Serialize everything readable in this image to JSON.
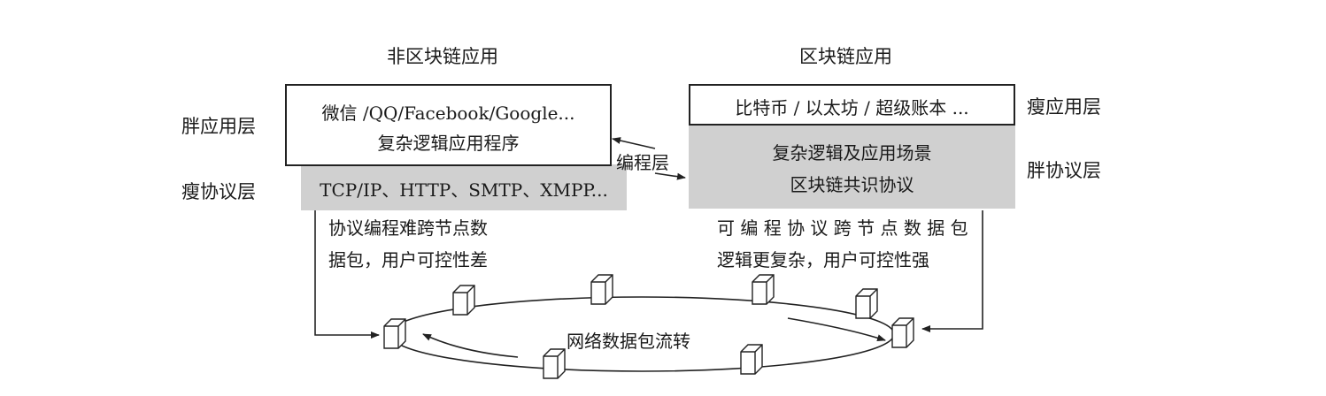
{
  "left": {
    "title": "非区块链应用",
    "fat_app_label": "胖应用层",
    "thin_protocol_label": "瘦协议层",
    "app_box_line1": "微信 /QQ/Facebook/Google...",
    "app_box_line2": "复杂逻辑应用程序",
    "protocol_box": "TCP/IP、HTTP、SMTP、XMPP...",
    "desc_line1": "协议编程难跨节点数",
    "desc_line2": "据包，用户可控性差"
  },
  "right": {
    "title": "区块链应用",
    "thin_app_label": "瘦应用层",
    "fat_protocol_label": "胖协议层",
    "app_box": "比特币 / 以太坊 / 超级账本 ...",
    "protocol_box_line1": "复杂逻辑及应用场景",
    "protocol_box_line2": "区块链共识协议",
    "desc_line1": "可 编 程 协 议 跨 节 点 数 据 包",
    "desc_line2": "逻辑更复杂，用户可控性强"
  },
  "middle": {
    "programming_layer": "编程层"
  },
  "network": {
    "label": "网络数据包流转"
  }
}
